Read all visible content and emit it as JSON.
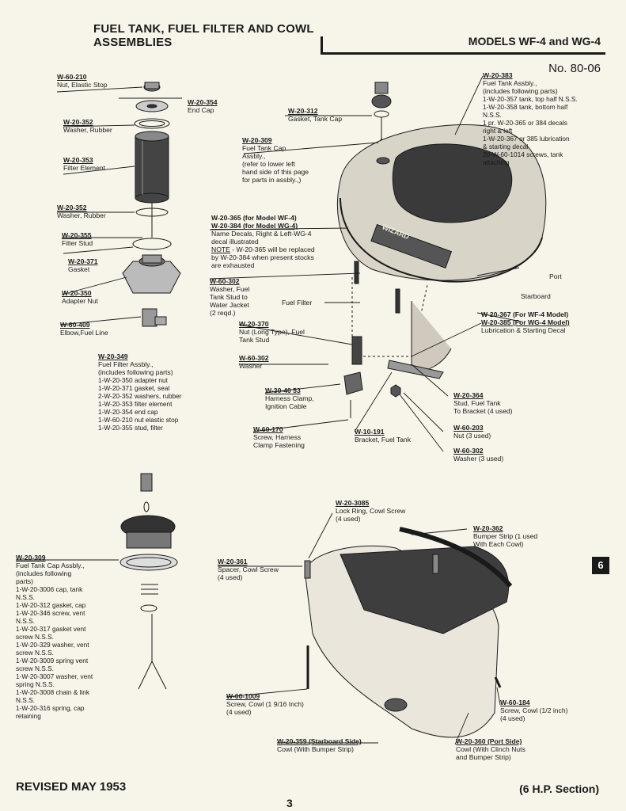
{
  "header": {
    "title_line1": "FUEL TANK, FUEL FILTER AND COWL",
    "title_line2": "ASSEMBLIES",
    "models": "MODELS WF-4 and WG-4",
    "doc_number": "No. 80-06"
  },
  "labels": {
    "nut_elastic_stop": {
      "part": "W-60-210",
      "name": "Nut, Elastic Stop"
    },
    "end_cap": {
      "part": "W-20-354",
      "name": "End Cap"
    },
    "washer_rubber_top": {
      "part": "W-20-352",
      "name": "Washer, Rubber"
    },
    "filter_element": {
      "part": "W-20-353",
      "name": "Filter Element"
    },
    "washer_rubber_low": {
      "part": "W-20-352",
      "name": "Washer, Rubber"
    },
    "filter_stud": {
      "part": "W-20-355",
      "name": "Filter Stud"
    },
    "gasket": {
      "part": "W-20-371",
      "name": "Gasket"
    },
    "adapter_nut": {
      "part": "W-20-350",
      "name": "Adapter Nut"
    },
    "elbow_fuel_line": {
      "part": "W-60-409",
      "name": "Elbow,Fuel Line"
    },
    "fuel_filter_assy": {
      "part": "W-20-349",
      "name": "Fuel Filter Assbly.,\n(includes following parts)",
      "list": "1-W-20-350 adapter nut\n1-W-20-371 gasket, seal\n2-W-20-352 washers, rubber\n1-W-20-353 filter element\n1-W-20-354 end cap\n1-W-60-210 nut elastic stop\n1-W-20-355 stud, filter"
    },
    "gasket_tank_cap": {
      "part": "W-20-312",
      "name": "Gasket, Tank Cap"
    },
    "fuel_tank_cap_ref": {
      "part": "W-20-309",
      "name": "Fuel Tank Cap\nAssbly.,\n(refer to lower left\nhand side of this page\nfor parts in assbly.,)"
    },
    "fuel_tank_assy": {
      "part": "W-20-383",
      "name": "Fuel Tank Assbly.,\n(includes following parts)",
      "list": "1-W-20-357 tank, top half N.S.S.\n1-W-20-358 tank, bottom half\nN.S.S.\n1 pr. W-20-365 or 384 decals\nright & left\n1-W-20-367 or 385 lubrication\n& starting decal\n20-W-60-1014 screws, tank\nattaching"
    },
    "name_decals": {
      "part1": "W-20-365 (for Model WF-4)",
      "part2": "W-20-384 (for Model WG-4)",
      "name": "Name Decals, Right & Left-WG-4\ndecal illustrated",
      "note_label": "NOTE",
      "note_text": " - W-20-365 will be replaced\nby W-20-384 when present stocks\nare exhausted"
    },
    "washer_fuel_tank_stud": {
      "part": "W-60-302",
      "name": "Washer, Fuel\nTank Stud to\nWater Jacket\n(2 reqd.)"
    },
    "fuel_filter_callout": {
      "name": "Fuel Filter"
    },
    "nut_long_type": {
      "part": "W-20-370",
      "name": "Nut (Long Type), Fuel\nTank Stud"
    },
    "washer_mid": {
      "part": "W-60-302",
      "name": "Washer"
    },
    "harness_clamp": {
      "part": "W-30-40 53",
      "name": "Harness Clamp,\nIgnition Cable"
    },
    "screw_harness": {
      "part": "W-60-170",
      "name": "Screw, Harness\nClamp Fastening"
    },
    "bracket_fuel_tank": {
      "part": "W-10-191",
      "name": "Bracket, Fuel Tank"
    },
    "port": {
      "name": "Port"
    },
    "starboard": {
      "name": "Starboard"
    },
    "lube_decal": {
      "part1": "W-20-367 (For WF-4 Model)",
      "part2": "W-20-385 (For WG-4 Model)",
      "name": "Lubrication & Starting Decal"
    },
    "stud_fuel_tank": {
      "part": "W-20-364",
      "name": "Stud, Fuel Tank\nTo Bracket (4 used)"
    },
    "nut_3": {
      "part": "W-60-203",
      "name": "Nut        (3 used)"
    },
    "washer_3": {
      "part": "W-60-302",
      "name": "Washer (3 used)"
    },
    "fuel_tank_cap_assy": {
      "part": "W-20-309",
      "name": "Fuel Tank Cap Assbly.,\n(includes following\nparts)",
      "list": "1-W-20-3006 cap, tank\nN.S.S.\n1-W-20-312 gasket, cap\n1-W-20-346 screw, vent\nN.S.S.\n1-W-20-317 gasket vent\nscrew N.S.S.\n1-W-20-329 washer, vent\nscrew N.S.S.\n1-W-20-3009 spring vent\nscrew N.S.S.\n1-W-20-3007 washer, vent\nspring N.S.S.\n1-W-20-3008 chain & link\nN.S.S.\n1-W-20-316 spring, cap\nretaining"
    },
    "lock_ring": {
      "part": "W-20-3085",
      "name": "Lock Ring, Cowl Screw\n(4 used)"
    },
    "bumper_strip": {
      "part": "W-20-362",
      "name": "Bumper Strip (1 used\nWith Each Cowl)"
    },
    "spacer_cowl": {
      "part": "W-20-361",
      "name": "Spacer, Cowl Screw\n(4 used)"
    },
    "screw_cowl_long": {
      "part": "W-60-1009",
      "name": "Screw, Cowl (1 9/16 Inch)\n(4 used)"
    },
    "screw_cowl_short": {
      "part": "W-60-184",
      "name": "Screw, Cowl (1/2 inch)\n(4 used)"
    },
    "cowl_starboard": {
      "part": "W-20-359 (Starboard Side)",
      "name": "Cowl (With Bumper Strip)"
    },
    "cowl_port": {
      "part": "W-20-360 (Port Side)",
      "name": "Cowl (With Clinch Nuts\nand Bumper Strip)"
    }
  },
  "tank_decal_text": "WIZARD",
  "tab_number": "6",
  "footer": {
    "revised": "REVISED MAY 1953",
    "section": "(6 H.P. Section)",
    "page": "3"
  },
  "colors": {
    "ink": "#1a1a1a",
    "paper": "#f7f4ea",
    "shade": "#6b6b6b"
  }
}
